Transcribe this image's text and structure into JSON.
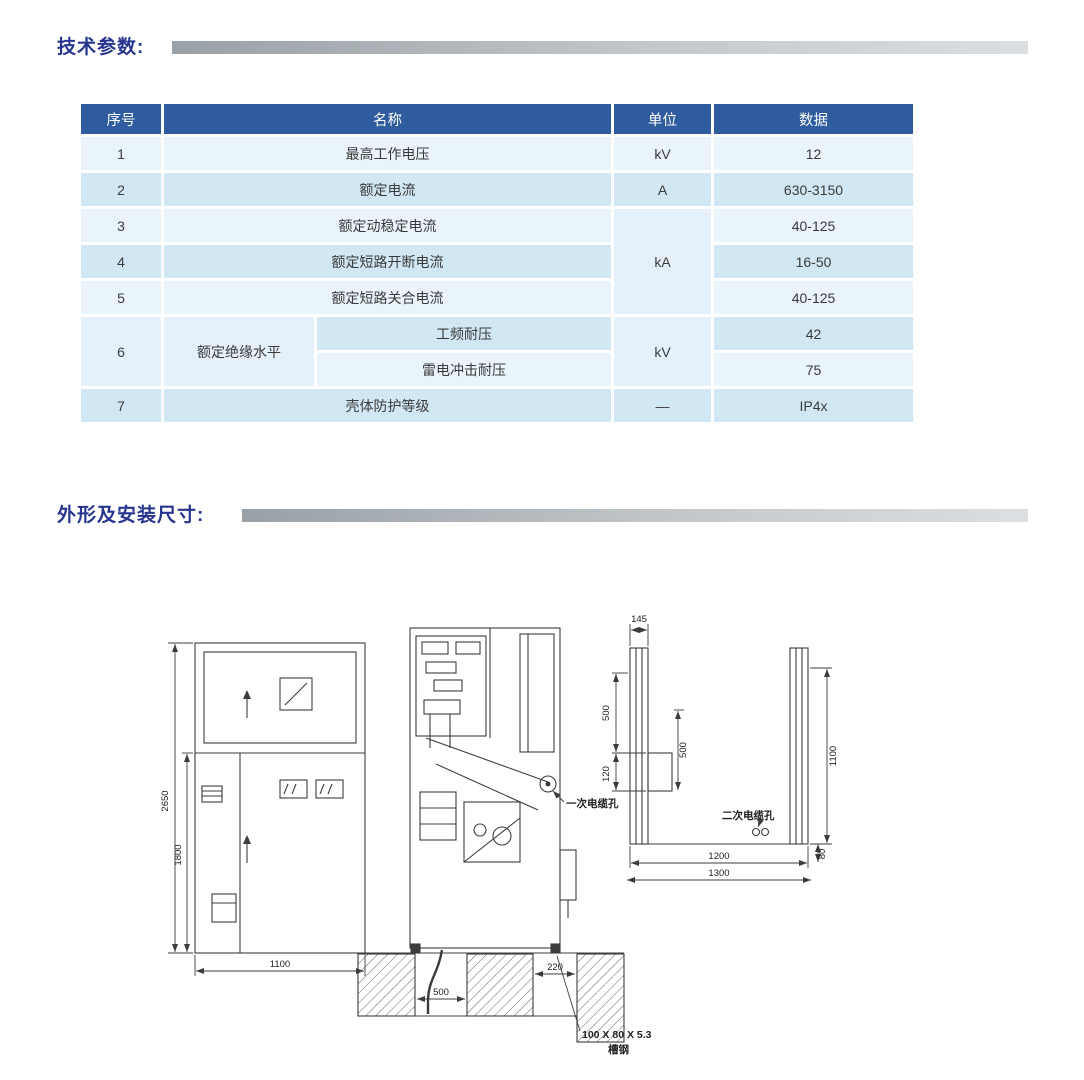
{
  "sections": {
    "tech": {
      "title": "技术参数:"
    },
    "dims": {
      "title": "外形及安装尺寸:"
    }
  },
  "table": {
    "header": {
      "no": "序号",
      "name": "名称",
      "unit": "单位",
      "data": "数据"
    },
    "r1": {
      "no": "1",
      "name": "最高工作电压",
      "unit": "kV",
      "data": "12"
    },
    "r2": {
      "no": "2",
      "name": "额定电流",
      "unit": "A",
      "data": "630-3150"
    },
    "r3": {
      "no": "3",
      "name": "额定动稳定电流",
      "data": "40-125"
    },
    "r4": {
      "no": "4",
      "name": "额定短路开断电流",
      "data": "16-50"
    },
    "r5": {
      "no": "5",
      "name": "额定短路关合电流",
      "data": "40-125"
    },
    "unit_345": "kA",
    "r6": {
      "no": "6",
      "name": "额定绝缘水平",
      "sub1": "工频耐压",
      "sub2": "雷电冲击耐压",
      "unit": "kV",
      "data1": "42",
      "data2": "75"
    },
    "r7": {
      "no": "7",
      "name": "壳体防护等级",
      "unit": "—",
      "data": "IP4x"
    }
  },
  "drawing": {
    "front": {
      "h_total": "2650",
      "h_lower": "1800",
      "w": "1100"
    },
    "pit": {
      "w500": "500",
      "w220": "220"
    },
    "plan": {
      "d145": "145",
      "d500a": "500",
      "d500b": "500",
      "d120": "120",
      "d1100": "1100",
      "d1200": "1200",
      "d1300": "1300",
      "d80": "80"
    },
    "labels": {
      "primary_cable_hole": "一次电缆孔",
      "secondary_cable_hole": "二次电缆孔",
      "channel_spec": "100 X 80 X 5.3",
      "channel_name": "槽钢"
    }
  }
}
